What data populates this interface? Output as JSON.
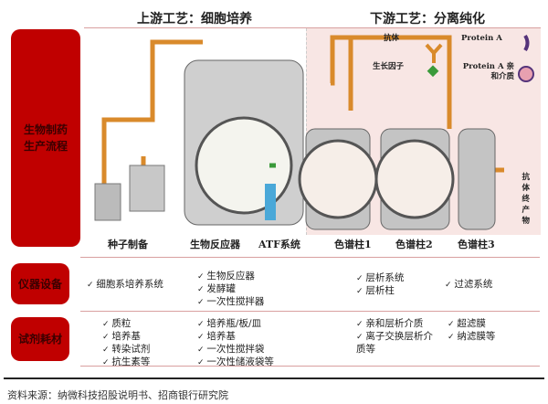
{
  "header": {
    "upstream": "上游工艺：细胞培养",
    "downstream": "下游工艺：分离纯化"
  },
  "row_labels": {
    "process": "生物制药生产流程",
    "equipment": "仪器设备",
    "reagents": "试剂耗材"
  },
  "legend": {
    "antibody": "抗体",
    "growth_factor": "生长因子",
    "protein_a": "Protein A",
    "protein_a_medium": "Protein A 亲和介质"
  },
  "stages": [
    "种子制备",
    "生物反应器",
    "ATF系统",
    "色谱柱1",
    "色谱柱2",
    "色谱柱3"
  ],
  "final_product": "抗体终产物",
  "equipment": {
    "col1": [
      "细胞系培养系统"
    ],
    "col2": [
      "生物反应器",
      "发酵罐",
      "一次性搅拌器"
    ],
    "col3": [
      "层析系统",
      "层析柱"
    ],
    "col4": [
      "过滤系统"
    ]
  },
  "reagents": {
    "col1": [
      "质粒",
      "培养基",
      "转染试剂",
      "抗生素等"
    ],
    "col2": [
      "培养瓶/板/皿",
      "培养基",
      "一次性搅拌袋",
      "一次性储液袋等"
    ],
    "col3": [
      "亲和层析介质",
      "离子交换层析介质等"
    ],
    "col4": [
      "超滤膜",
      "纳滤膜等"
    ]
  },
  "source": "资料来源：纳微科技招股说明书、招商银行研究院",
  "colors": {
    "red": "#c00000",
    "pink": "#f8e6e4",
    "pipe": "#d98a2b"
  }
}
